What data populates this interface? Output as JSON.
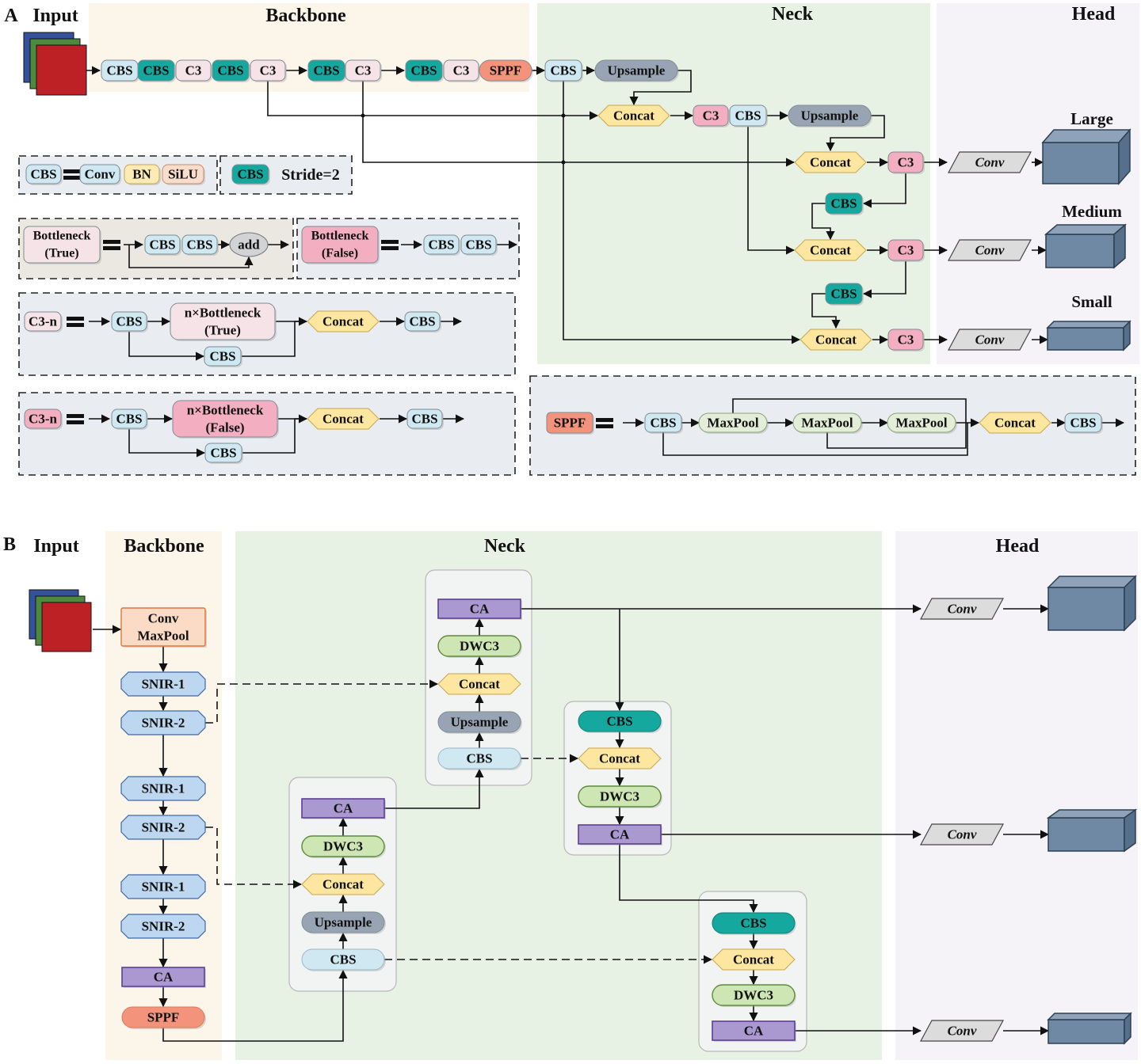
{
  "colors": {
    "cbs": "#cfe8f1",
    "cbs_stride": "#14a89e",
    "c3_true": "#f6e3e7",
    "c3_false": "#f3aec2",
    "sppf": "#f4937c",
    "upsample": "#98a4b3",
    "concat": "#fce6a0",
    "conv_head": "#dcdcdc",
    "bn": "#fcebb4",
    "silu": "#f8dccc",
    "maxpool": "#e3eed8",
    "ca": "#a999d0",
    "dwc3": "#cde6b4",
    "snir": "#bdd7f1",
    "convmax": "#fbdbc6",
    "output_cube": "#6f89a4",
    "input_back": "#34519c",
    "input_mid": "#4e8a3e",
    "input_front": "#bd2126",
    "bg_backbone": "#fbf5ea",
    "bg_neck": "#e8f2e4",
    "bg_head": "#f5f3f8",
    "bg_legend": "#e9edf1"
  },
  "panel_a": {
    "letter": "A",
    "sections": {
      "input": "Input",
      "backbone": "Backbone",
      "neck": "Neck",
      "head": "Head"
    },
    "blocks": {
      "cbs": "CBS",
      "c3": "C3",
      "sppf": "SPPF",
      "upsample": "Upsample",
      "concat": "Concat",
      "conv": "Conv",
      "bn": "BN",
      "silu": "SiLU",
      "add": "add",
      "maxpool": "MaxPool",
      "bottleneck": "Bottleneck",
      "true_p": "(True)",
      "false_p": "(False)",
      "c3n": "C3-n",
      "n_bottleneck": "n×Bottleneck",
      "stride": "Stride=2"
    },
    "scales": {
      "large": "Large",
      "medium": "Medium",
      "small": "Small"
    }
  },
  "panel_b": {
    "letter": "B",
    "sections": {
      "input": "Input",
      "backbone": "Backbone",
      "neck": "Neck",
      "head": "Head"
    },
    "blocks": {
      "conv": "Conv",
      "maxpool": "MaxPool",
      "snir1": "SNIR-1",
      "snir2": "SNIR-2",
      "ca": "CA",
      "sppf": "SPPF",
      "cbs": "CBS",
      "upsample": "Upsample",
      "concat": "Concat",
      "dwc3": "DWC3"
    }
  }
}
